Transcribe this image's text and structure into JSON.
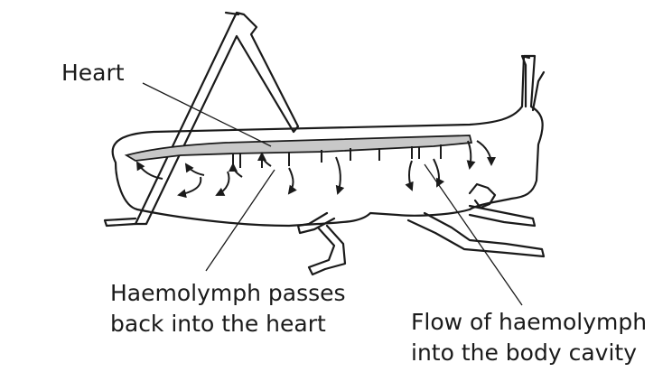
{
  "diagram": {
    "labels": {
      "heart": "Heart",
      "haemolymph_back_line1": "Haemolymph passes",
      "haemolymph_back_line2": "back into the heart",
      "flow_line1": "Flow of haemolymph",
      "flow_line2": "into the body cavity"
    },
    "colors": {
      "outline": "#1a1a1a",
      "heart_fill": "#c8c8c8",
      "background": "#ffffff"
    }
  }
}
